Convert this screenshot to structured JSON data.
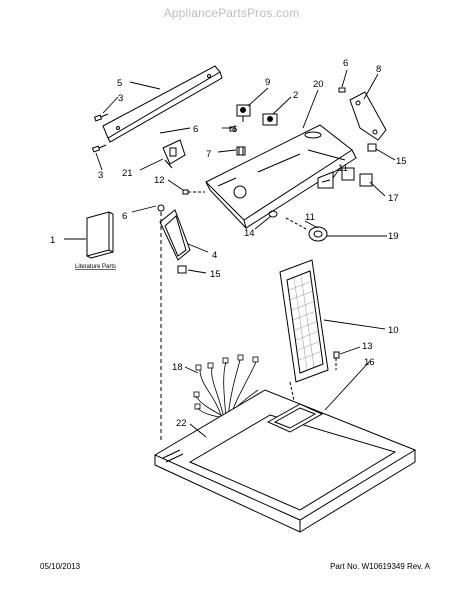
{
  "watermark": "AppliancePartsPros.com",
  "footer": {
    "date": "05/10/2013",
    "part_info": "Part No.   W10619349   Rev. A"
  },
  "literature_label": "Literature Parts",
  "callouts": {
    "c1": "1",
    "c2": "2",
    "c3a": "3",
    "c3b": "3",
    "c4": "4",
    "c5": "5",
    "c6a": "6",
    "c6b": "6",
    "c6c": "6",
    "c7": "7",
    "c8": "8",
    "c9": "9",
    "c10": "10",
    "c11a": "11",
    "c11b": "11",
    "c12": "12",
    "c13": "13",
    "c14": "14",
    "c15a": "15",
    "c15b": "15",
    "c16": "16",
    "c17": "17",
    "c18": "18",
    "c19": "19",
    "c20": "20",
    "c21": "21",
    "c22": "22"
  }
}
